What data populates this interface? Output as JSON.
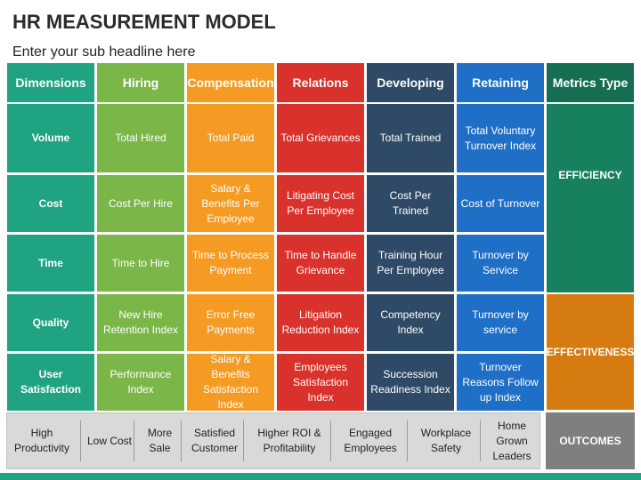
{
  "title": "HR MEASUREMENT MODEL",
  "subtitle": "Enter your sub headline here",
  "colors": {
    "dimensions": "#20a382",
    "hiring": "#7ab648",
    "compensation": "#f59a23",
    "relations": "#d9312b",
    "developing": "#2f4a66",
    "retaining": "#1f6fc6",
    "metrics": "#156e52",
    "efficiency": "#16805f",
    "effectiveness": "#d67b10",
    "outcomes": "#7f7f7f"
  },
  "headers": [
    "Dimensions",
    "Hiring",
    "Compensation",
    "Relations",
    "Developing",
    "Retaining",
    "Metrics Type"
  ],
  "rows": [
    {
      "dimension": "Volume",
      "cells": [
        "Total Hired",
        "Total Paid",
        "Total Grievances",
        "Total Trained",
        "Total Voluntary Turnover Index"
      ]
    },
    {
      "dimension": "Cost",
      "cells": [
        "Cost Per Hire",
        "Salary & Benefits Per Employee",
        "Litigating Cost Per Employee",
        "Cost Per Trained",
        "Cost of Turnover"
      ]
    },
    {
      "dimension": "Time",
      "cells": [
        "Time to Hire",
        "Time to Process Payment",
        "Time to Handle Grievance",
        "Training Hour Per Employee",
        "Turnover by Service"
      ]
    },
    {
      "dimension": "Quality",
      "cells": [
        "New Hire Retention Index",
        "Error Free Payments",
        "Litigation Reduction Index",
        "Competency Index",
        "Turnover by service"
      ]
    },
    {
      "dimension": "User Satisfaction",
      "cells": [
        "Performance Index",
        "Salary & Benefits Satisfaction Index",
        "Employees Satisfaction Index",
        "Succession Readiness Index",
        "Turnover Reasons Follow up Index"
      ]
    }
  ],
  "metrics": {
    "efficiency": "EFFICIENCY",
    "effectiveness": "EFFECTIVENESS"
  },
  "outcomes": {
    "label": "OUTCOMES",
    "items": [
      "High Productivity",
      "Low Cost",
      "More Sale",
      "Satisfied Customer",
      "Higher ROI & Profitability",
      "Engaged Employees",
      "Workplace Safety",
      "Home Grown Leaders"
    ]
  }
}
